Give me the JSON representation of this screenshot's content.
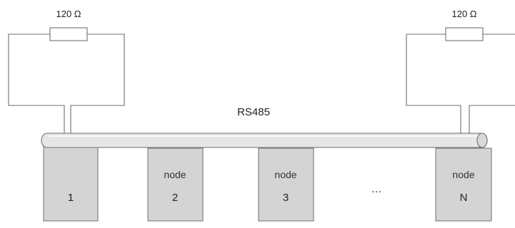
{
  "resistors": [
    {
      "label": "120 Ω"
    },
    {
      "label": "120 Ω"
    }
  ],
  "bus": {
    "label": "RS485"
  },
  "nodes": [
    {
      "line1": "",
      "line2": "1"
    },
    {
      "line1": "node",
      "line2": "2"
    },
    {
      "line1": "node",
      "line2": "3"
    },
    {
      "line1": "node",
      "line2": "N"
    }
  ],
  "ellipsis": "…",
  "colors": {
    "node_fill": "#d4d4d4",
    "node_stroke": "#7a7a7a",
    "wire": "#6f6f6f",
    "cable_fill": "#e6e6e6"
  }
}
